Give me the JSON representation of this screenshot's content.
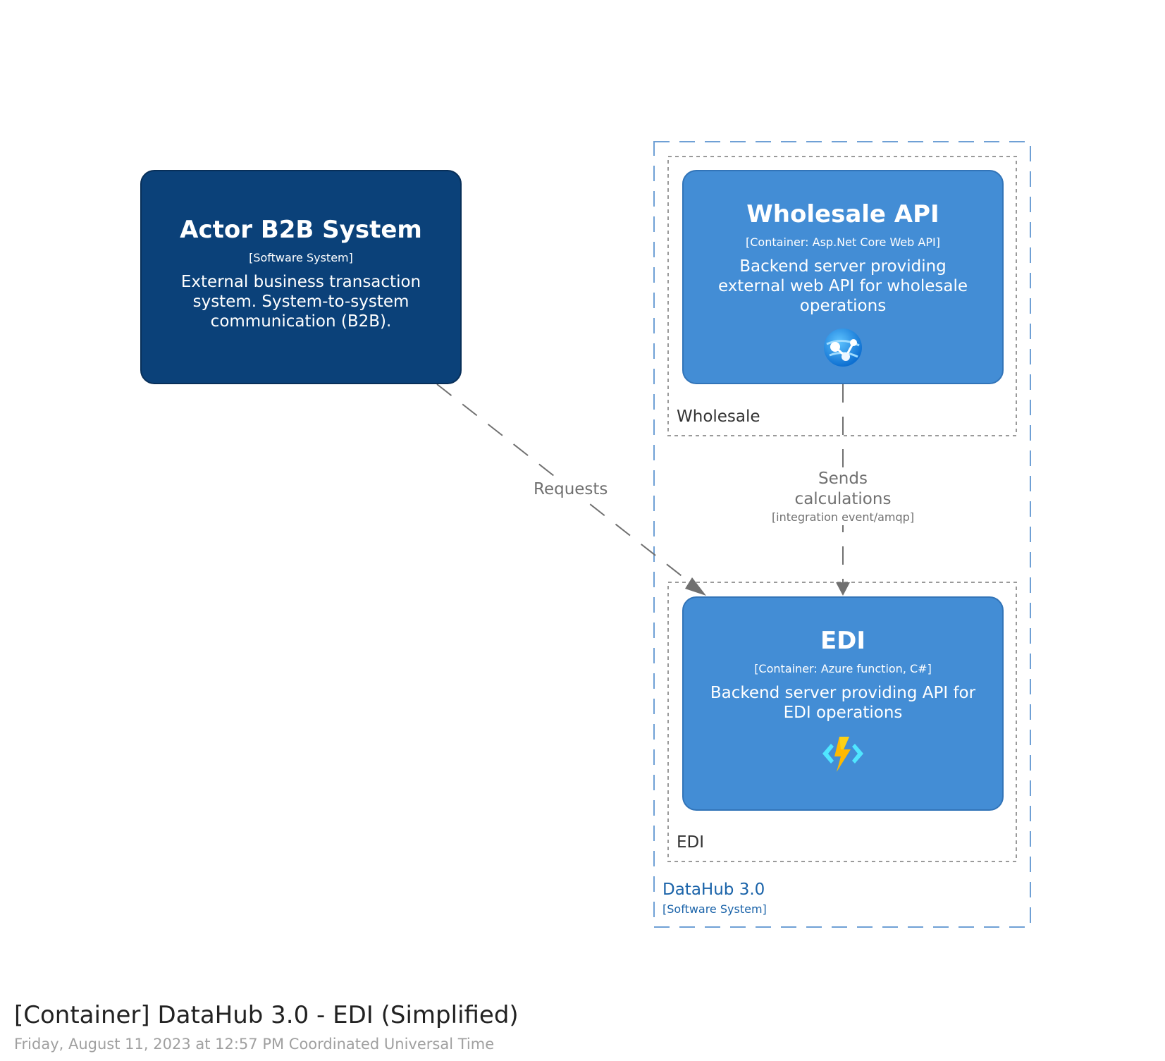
{
  "diagram": {
    "elements": {
      "actor": {
        "name": "Actor B2B System",
        "type": "[Software System]",
        "description": "External business transaction system. System-to-system communication (B2B).",
        "color": "#0b4179"
      },
      "wholesale_api": {
        "name": "Wholesale API",
        "type": "[Container: Asp.Net Core Web API]",
        "description": "Backend server providing external web API for wholesale operations",
        "icon": "azure-app-service-icon",
        "color": "#438dd5"
      },
      "edi": {
        "name": "EDI",
        "type": "[Container: Azure function, C#]",
        "description": "Backend server providing API for EDI operations",
        "icon": "azure-function-icon",
        "color": "#438dd5"
      }
    },
    "groups": {
      "wholesale": "Wholesale",
      "edi": "EDI"
    },
    "system_boundary": {
      "name": "DataHub 3.0",
      "type": "[Software System]",
      "color": "#1a63a9"
    },
    "relationships": {
      "requests": {
        "from": "Actor B2B System",
        "to": "EDI",
        "label": "Requests"
      },
      "sends": {
        "from": "Wholesale API",
        "to": "EDI",
        "label_line1": "Sends",
        "label_line2": "calculations",
        "technology": "[integration event/amqp]"
      }
    }
  },
  "footer": {
    "title": "[Container] DataHub 3.0 - EDI (Simplified)",
    "date": "Friday, August 11, 2023 at 12:57 PM Coordinated Universal Time"
  }
}
